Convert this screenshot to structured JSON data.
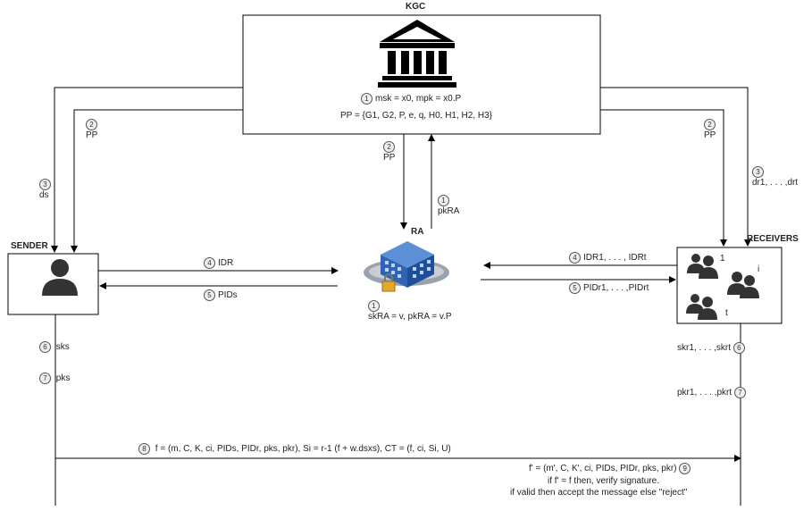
{
  "entities": {
    "kgc": "KGC",
    "ra": "RA",
    "sender": "SENDER",
    "receivers": "RECEIVERS"
  },
  "icon_names": [
    "bank-icon",
    "building-lock-icon",
    "person-icon",
    "group-icon"
  ],
  "receiver_group_labels": [
    "1",
    "i",
    "t"
  ],
  "kgc_text": {
    "msk": "msk = x0, mpk = x0.P",
    "pp": "PP = {G1, G2, P, e, q, H0, H1, H2, H3}"
  },
  "steps": {
    "s1": "1",
    "s2": "2",
    "s3": "3",
    "s4": "4",
    "s5": "5",
    "s6": "6",
    "s7": "7",
    "s8": "8",
    "s9": "9"
  },
  "labels": {
    "pp": "PP",
    "ds": "ds",
    "dr": "dr1, . . . ,drt",
    "pkra": "pkRA",
    "idr": "IDR",
    "pids": "PIDs",
    "idrs": "IDR1, . . . ,  IDRt",
    "pidrs": "PIDr1, . . . ,PIDrt",
    "ra_keys": "skRA  = v, pkRA = v.P",
    "sks": "sks",
    "pks": "pks",
    "skr": "skr1, . . . ,skrt",
    "pkr": "pkr1, . . . ,pkrt",
    "formula8": "f = (m, C, K, ci, PIDs, PIDr, pks, pkr), Si = r-1 (f + w.dsxs), CT = (f, ci, Si, U)",
    "formula9": "f' = (m', C, K', ci, PIDs, PIDr, pks, pkr)",
    "verify1": "if f' = f then, verify signature.",
    "verify2": "if valid then accept the message else \"reject\""
  }
}
